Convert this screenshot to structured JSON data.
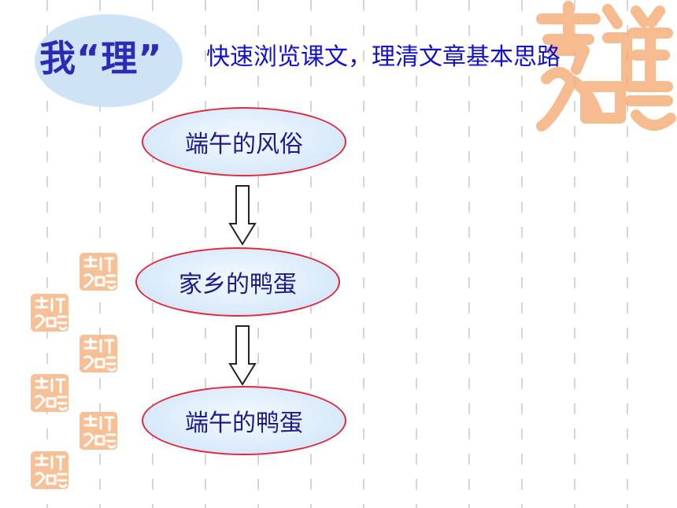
{
  "title": {
    "main": "我“理”",
    "subtitle": "快速浏览课文，理清文章基本思路"
  },
  "flow": {
    "nodes": [
      {
        "label": "端午的风俗"
      },
      {
        "label": "家乡的鸭蛋"
      },
      {
        "label": "端午的鸭蛋"
      }
    ]
  },
  "colors": {
    "title_text": "#2b2bb4",
    "subtitle_text": "#1111cc",
    "node_border": "#e2263b",
    "node_fill": "#deedfb",
    "node_text": "#1d1a8a",
    "title_ellipse": "#cfe3f7",
    "seal": "#f4a870",
    "grid_lines": "#d6d6d6"
  },
  "decorations": {
    "seal_icon": "chinese-seal-icon",
    "arrow_icon": "hollow-down-arrow-icon"
  }
}
